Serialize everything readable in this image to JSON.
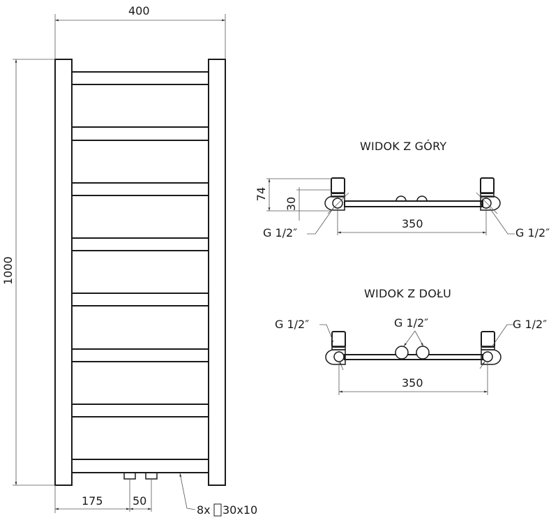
{
  "front_view": {
    "width_label": "400",
    "height_label": "1000",
    "left_offset_label": "175",
    "connection_spacing_label": "50",
    "rails_note": "8x",
    "rails_note_profile": "30x10",
    "rail_count": 8
  },
  "top_view": {
    "title": "WIDOK Z GÓRY",
    "depth_label": "74",
    "axis_offset_label": "30",
    "axis_distance_label": "350",
    "left_thread_label": "G 1/2″",
    "right_thread_label": "G 1/2″"
  },
  "bottom_view": {
    "title": "WIDOK Z DOŁU",
    "axis_distance_label": "350",
    "left_thread_label": "G 1/2″",
    "center_thread_label": "G 1/2″",
    "right_thread_label": "G 1/2″"
  },
  "colors": {
    "line": "#1a1a1a",
    "dimension_line": "#555555",
    "background": "#ffffff"
  }
}
